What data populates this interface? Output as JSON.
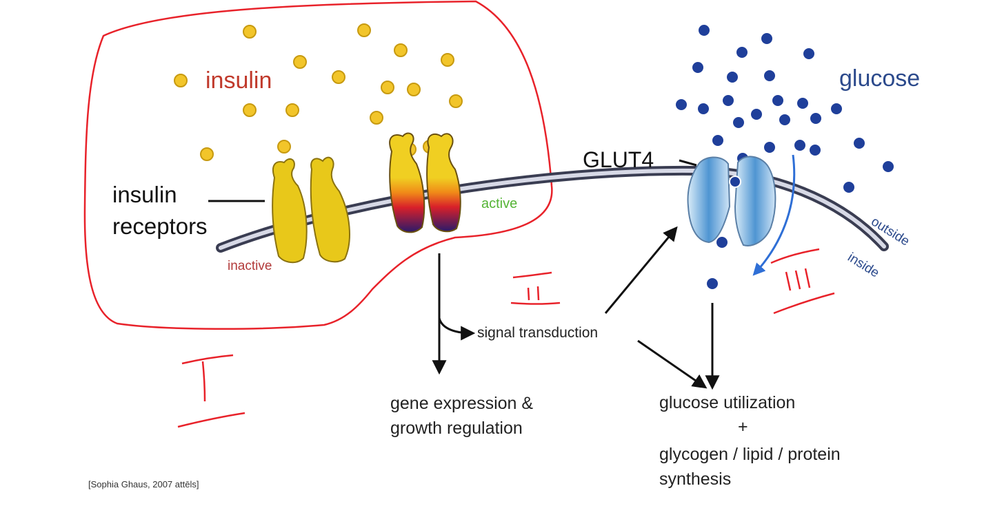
{
  "labels": {
    "insulin": "insulin",
    "glucose": "glucose",
    "glut4": "GLUT4",
    "insulin_receptors_line1": "insulin",
    "insulin_receptors_line2": "receptors",
    "inactive": "inactive",
    "active": "active",
    "outside": "outside",
    "inside": "inside",
    "signal_transduction": "signal transduction",
    "gene_expression_line1": "gene expression &",
    "gene_expression_line2": "growth regulation",
    "glucose_utilization": "glucose utilization",
    "plus": "+",
    "synthesis_line1": "glycogen / lipid / protein",
    "synthesis_line2": "synthesis",
    "credit": "[Sophia Ghaus, 2007 attēls]"
  },
  "annotations": {
    "roman_one": "I",
    "roman_two": "II",
    "roman_three": "III"
  },
  "colors": {
    "insulin_text": "#c0392b",
    "insulin_dot": "#f2c52a",
    "glucose_dot": "#1f3f9a",
    "glucose_text": "#2c4a8c",
    "active_text": "#55b436",
    "inactive_text": "#b23a3a",
    "receptor": "#e8c81a",
    "glut4": "#5aa0d8",
    "membrane": "#3a3d52",
    "annotation_red": "#e8222a",
    "curve_arrow": "#2f6fd6"
  }
}
